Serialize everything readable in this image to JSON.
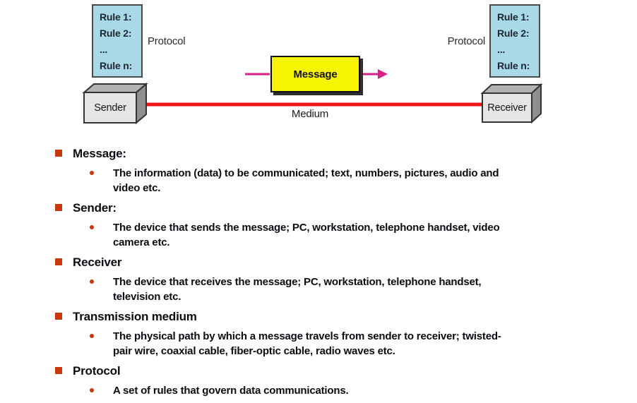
{
  "diagram": {
    "rules": [
      "Rule 1:",
      "Rule 2:",
      "...",
      "Rule n:"
    ],
    "protocol_label_left": "Protocol",
    "protocol_label_right": "Protocol",
    "sender_label": "Sender",
    "receiver_label": "Receiver",
    "message_label": "Message",
    "medium_label": "Medium",
    "colors": {
      "rule_box_fill": "#a9d8e6",
      "message_fill": "#f7f400",
      "medium_line": "#ee1515",
      "arrow": "#d91f87",
      "box_front": "#e5e5e5",
      "box_top": "#b2b2b2",
      "box_side": "#8f8f8f",
      "bullet_square": "#c8370e",
      "bullet_dot": "#c8370e"
    }
  },
  "bullets": [
    {
      "title": "Message:",
      "detail": "The information (data) to be communicated; text, numbers, pictures, audio and\nvideo etc."
    },
    {
      "title": "Sender:",
      "detail": "The device that sends the message; PC, workstation, telephone handset, video\ncamera etc."
    },
    {
      "title": "Receiver",
      "detail": "The device that receives the message; PC, workstation, telephone handset,\ntelevision etc."
    },
    {
      "title": "Transmission medium",
      "detail": "The physical path by which a message travels from sender to receiver; twisted-\npair wire, coaxial cable, fiber-optic cable, radio waves etc."
    },
    {
      "title": "Protocol",
      "detail": "A set of rules that govern data communications."
    }
  ]
}
